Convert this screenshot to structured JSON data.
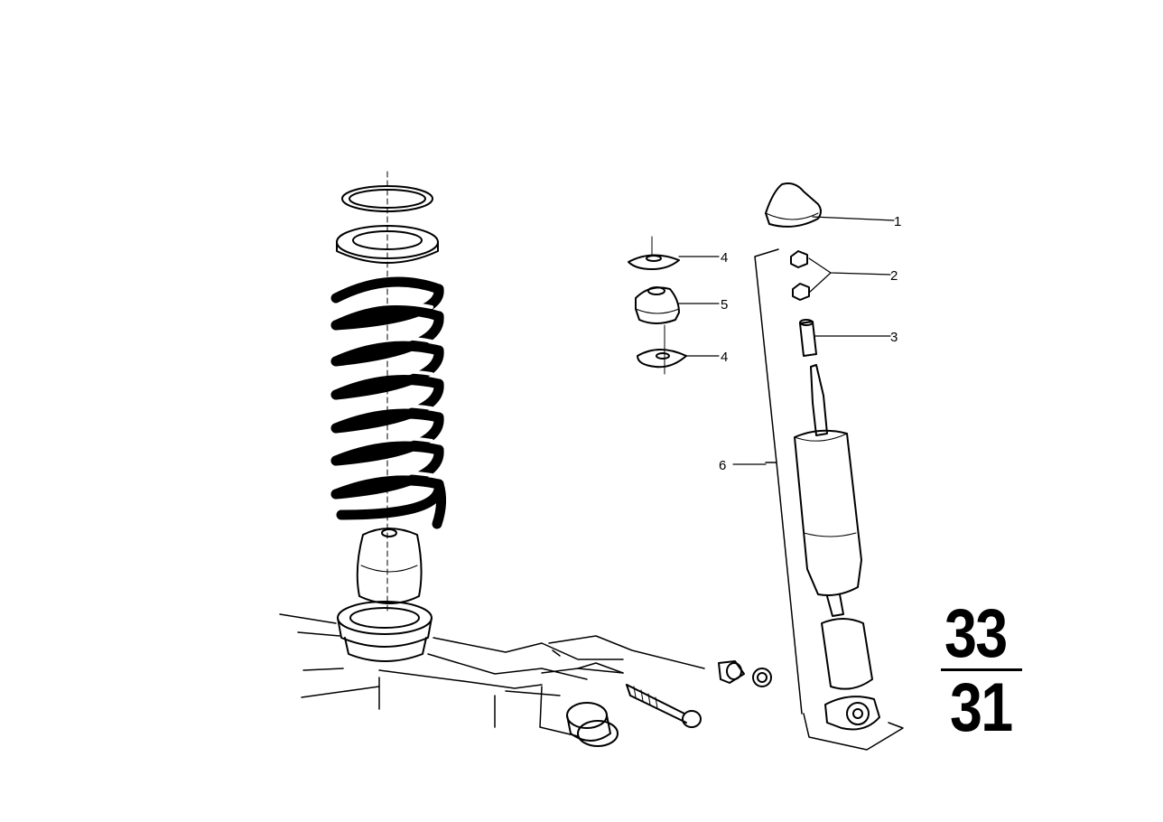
{
  "callouts": {
    "c1": "1",
    "c2": "2",
    "c3": "3",
    "c4_top": "4",
    "c5": "5",
    "c4_bottom": "4",
    "c6": "6"
  },
  "group_number": {
    "main": "33",
    "sub": "31"
  },
  "icons": [
    "coil-spring-icon",
    "spring-seat-icon",
    "bump-stop-icon",
    "shock-absorber-icon",
    "rubber-mount-icon",
    "washer-icon",
    "nut-icon",
    "sleeve-icon",
    "cap-icon",
    "bolt-icon",
    "bushing-icon",
    "trailing-arm-icon"
  ]
}
